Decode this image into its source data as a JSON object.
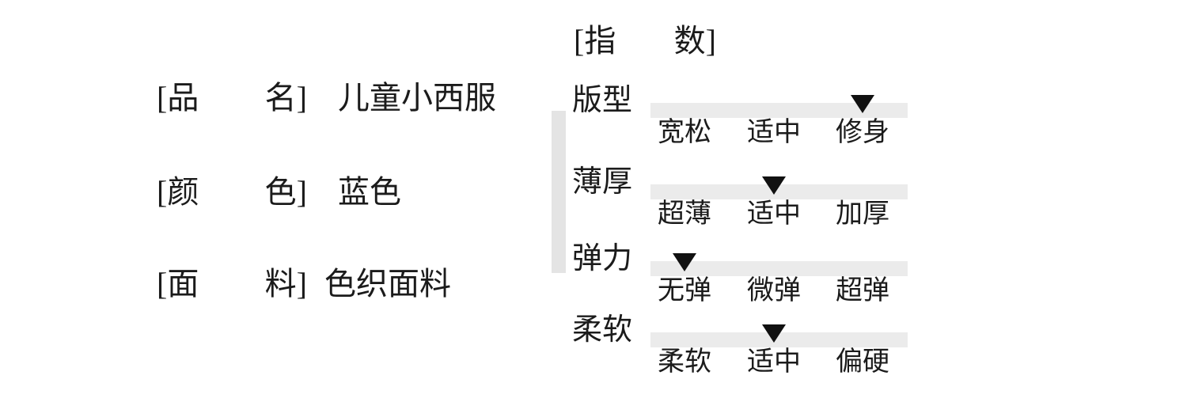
{
  "colors": {
    "bar": "#ebebeb",
    "vbar": "#e4e4e4",
    "marker": "#111111",
    "text": "#1b1b1b",
    "bg": "#ffffff"
  },
  "specs": [
    {
      "label_open": "[品",
      "label_close": "名]",
      "value": "儿童小西服"
    },
    {
      "label_open": "[颜",
      "label_close": "色]",
      "value": "蓝色"
    },
    {
      "label_open": "[面",
      "label_close": "料]",
      "value": "色织面料"
    }
  ],
  "index": {
    "title_open": "[指",
    "title_close": "数]",
    "rows": [
      {
        "name": "版型",
        "options": [
          "宽松",
          "适中",
          "修身"
        ],
        "selected": 2
      },
      {
        "name": "薄厚",
        "options": [
          "超薄",
          "适中",
          "加厚"
        ],
        "selected": 1
      },
      {
        "name": "弹力",
        "options": [
          "无弹",
          "微弹",
          "超弹"
        ],
        "selected": 0
      },
      {
        "name": "柔软",
        "options": [
          "柔软",
          "适中",
          "偏硬"
        ],
        "selected": 1
      }
    ]
  }
}
